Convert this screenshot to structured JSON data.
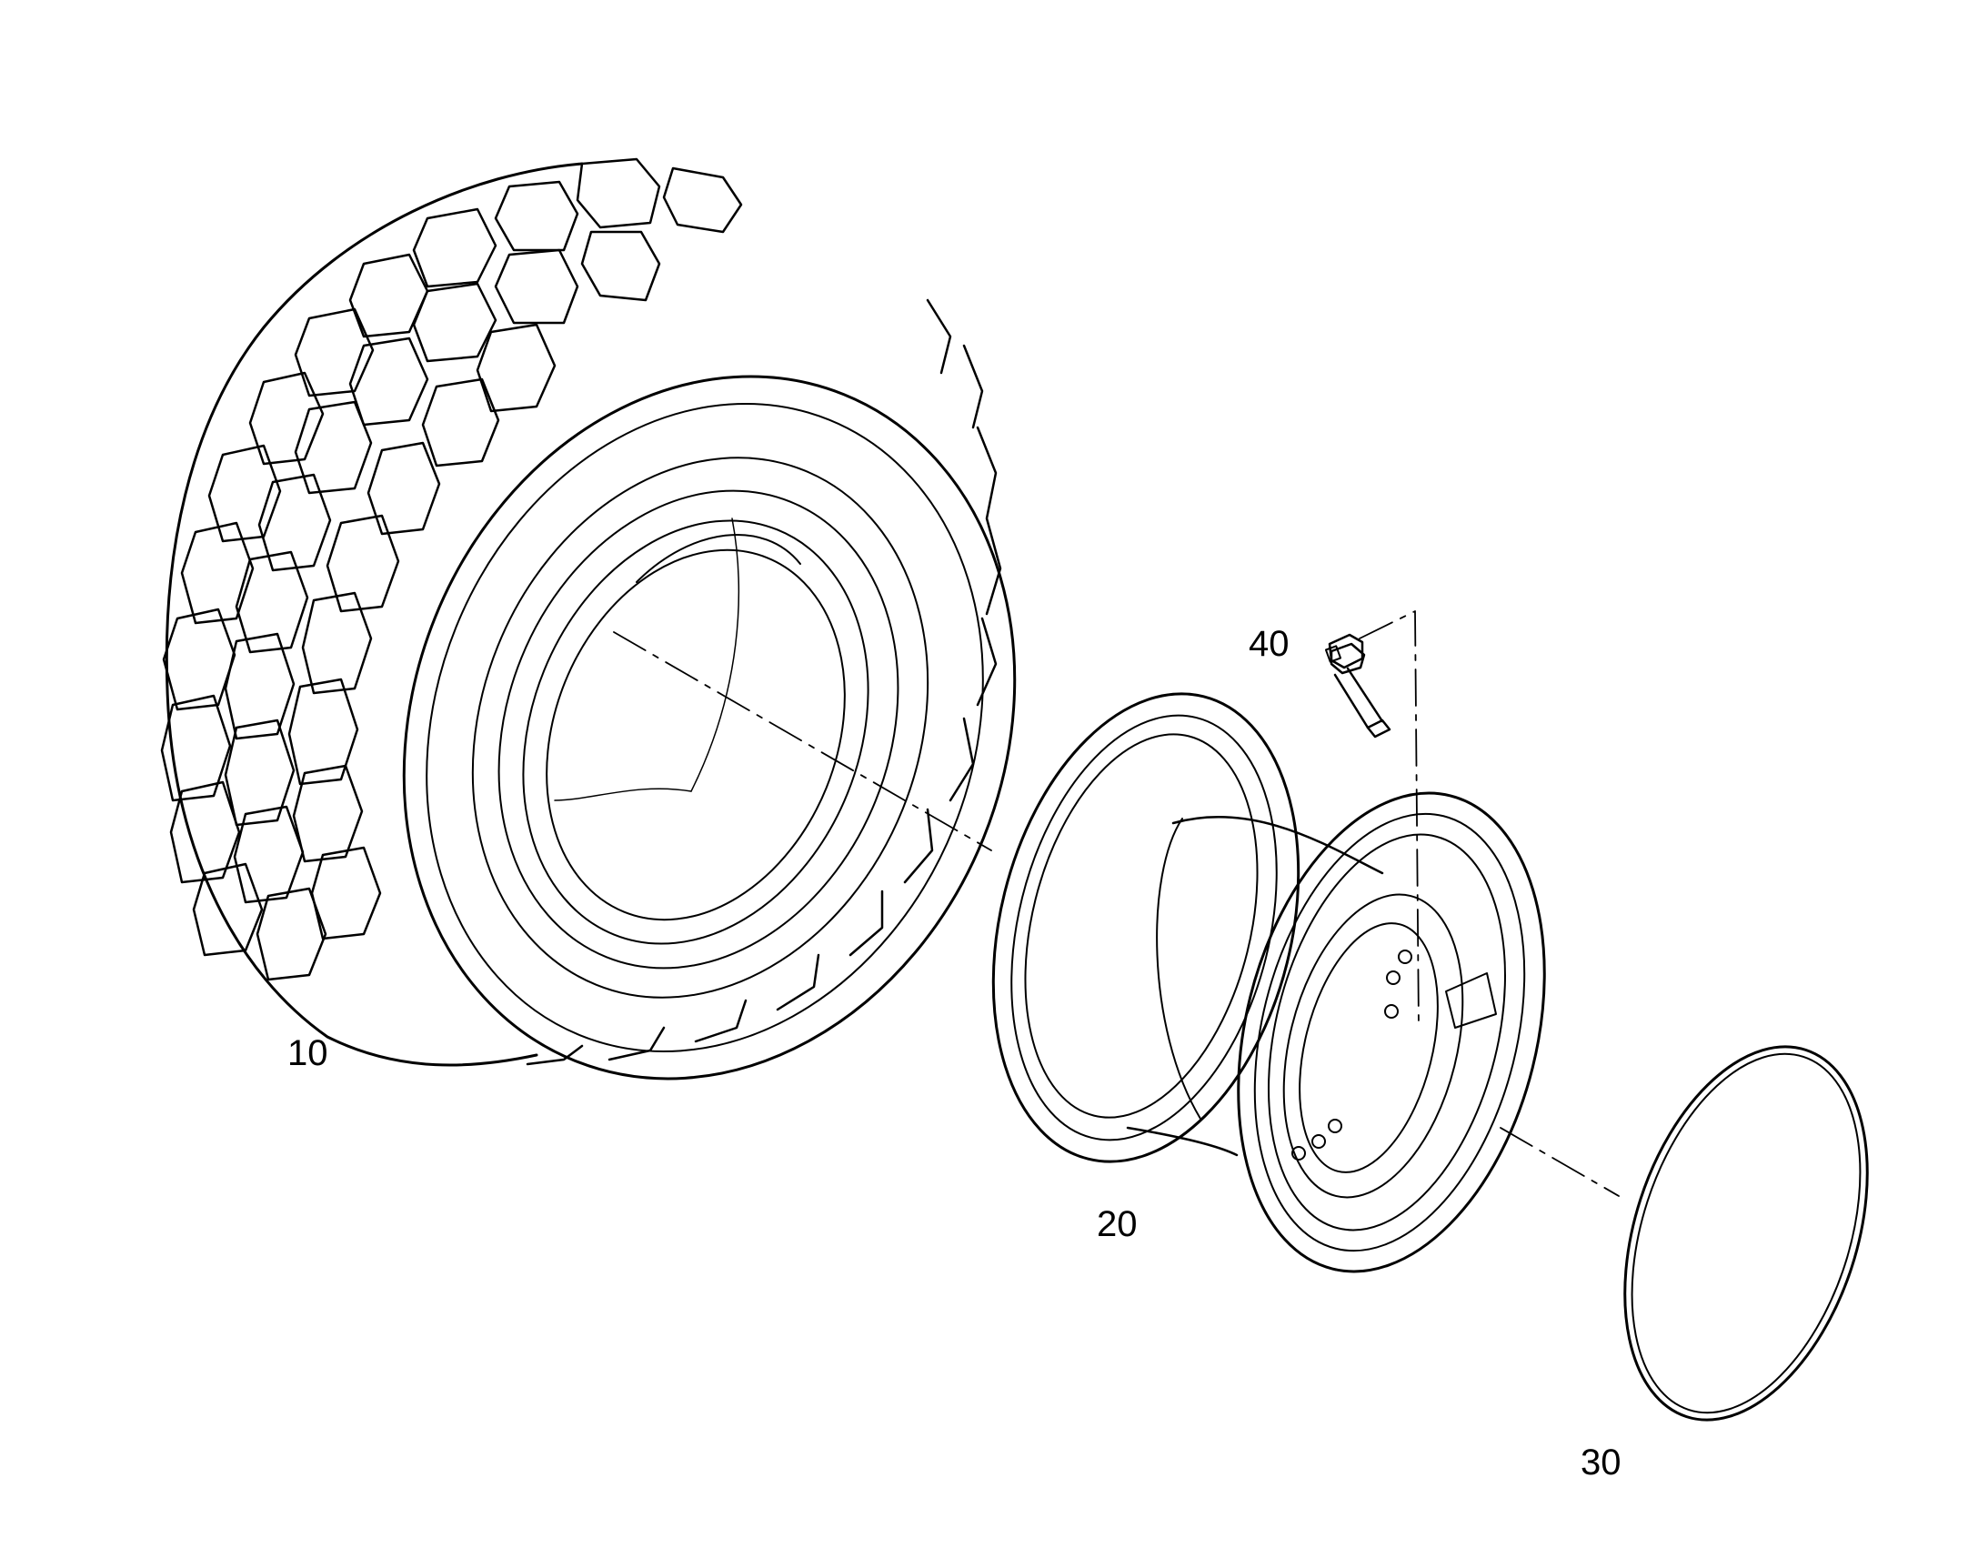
{
  "parts": [
    {
      "label": "10",
      "name": "tire"
    },
    {
      "label": "20",
      "name": "wheel-rim"
    },
    {
      "label": "30",
      "name": "o-ring"
    },
    {
      "label": "40",
      "name": "valve"
    }
  ]
}
